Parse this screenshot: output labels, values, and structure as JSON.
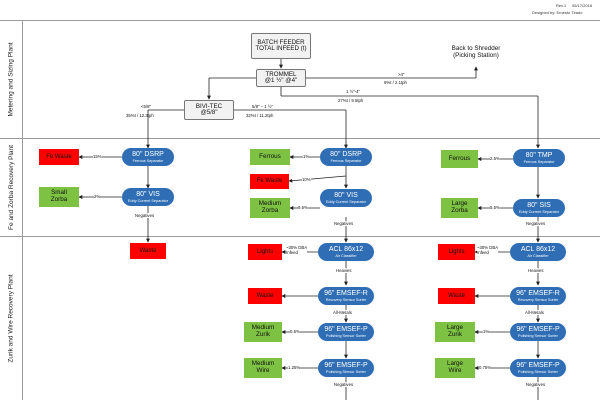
{
  "header": {
    "rev": "Rev.1",
    "date": "05/17/2018",
    "designer": "Designed by: Ernesto Tirado"
  },
  "lanes": {
    "metering": "Metering and Sizing Plant",
    "fe": "Fe and Zorba Recovery Plant",
    "zurik": "Zurik and Wire Recovery Plant"
  },
  "nodes": {
    "batch_feeder": "BATCH FEEDER\nTOTAL INFEED (t)",
    "trommel": "TROMMEL\n@1 ½\" @4\"",
    "bivitec": "BIVI-TEC\n@5/8\"",
    "back_shredder": "Back to Shredder\n(Picking Station)",
    "dsrp1": {
      "title": "80\" DSRP",
      "sub": "Ferrous Separator"
    },
    "vis1": {
      "title": "80\" VIS",
      "sub": "Eddy Current Separator"
    },
    "dsrp2": {
      "title": "80\" DSRP",
      "sub": "Ferrous Separator"
    },
    "vis2": {
      "title": "80\" VIS",
      "sub": "Eddy Current Separator"
    },
    "tmp": {
      "title": "80\" TMP",
      "sub": "Ferrous Separator"
    },
    "sis": {
      "title": "80\" SIS",
      "sub": "Eddy Current Separator"
    },
    "acl1": {
      "title": "ACL 86x12",
      "sub": "Air Classifier"
    },
    "acl2": {
      "title": "ACL 86x12",
      "sub": "Air Classifier"
    },
    "emsefr1": {
      "title": "96\" EMSEF-R",
      "sub": "Recovery Sensor Sorter"
    },
    "emsefr2": {
      "title": "96\" EMSEF-R",
      "sub": "Recovery Sensor Sorter"
    },
    "emsefp1": {
      "title": "96\" EMSEF-P",
      "sub": "Polishing Sensor Sorter"
    },
    "emsefp2": {
      "title": "96\" EMSEF-P",
      "sub": "Polishing Sensor Sorter"
    },
    "emsefp3": {
      "title": "96\" EMSEF-P",
      "sub": "Polishing Sensor Sorter"
    },
    "emsefp4": {
      "title": "96\" EMSEF-P",
      "sub": "Polishing Sensor Sorter"
    },
    "fe_waste": "Fe Waste",
    "small_zorba": "Small\nZorba",
    "waste1": "Waste",
    "ferrous1": "Ferrous",
    "fe_waste2": "Fe Waste",
    "medium_zorba": "Medium\nZorba",
    "ferrous2": "Ferrous",
    "large_zorba": "Large\nZorba",
    "lights1": "Lights",
    "lights2": "Lights",
    "waste2": "Waste",
    "waste3": "Waste",
    "medium_zurik": "Medium\nZurik",
    "medium_wire": "Medium\nWire",
    "large_zurik": "Large\nZurik",
    "large_wire": "Large\nWire"
  },
  "labels": {
    "gt4": ">4\"",
    "gt4_flow": "6%t / 2.1tph",
    "t15_4": "1 ½\"-4\"",
    "t15_4_flow": "27%t / 9.5tph",
    "lt58": "<5/8\"",
    "lt58_flow": "35%t / 12.3tph",
    "r58_15": "5/8\" – 1 ½\"",
    "r58_15_flow": "32%t / 11.2tph",
    "p15a": "15%",
    "p2a": "2%",
    "negatives_a": "Negatives",
    "p1a": "1%",
    "p10": "10%",
    "p95": "9.5%",
    "negatives_b": "Negatives",
    "p25": "2.5%",
    "p55": "5.5%",
    "negatives_c": "Negatives",
    "dba1": "~30% DBA\nInfeed",
    "dba2": "~30% DBA\nInfeed",
    "heavies1": "Heavies",
    "heavies2": "Heavies",
    "allmetals1": "All-Metals",
    "allmetals2": "All-Metals",
    "p05": "0.5%",
    "p1b": "1%",
    "p125": "1.25%",
    "p075": "0.75%",
    "negatives_d": "Negatives",
    "negatives_e": "Negatives"
  },
  "colors": {
    "blue": "#2f6eb5",
    "red": "#ff0000",
    "green": "#7dc242",
    "box": "#f2f2f2"
  }
}
